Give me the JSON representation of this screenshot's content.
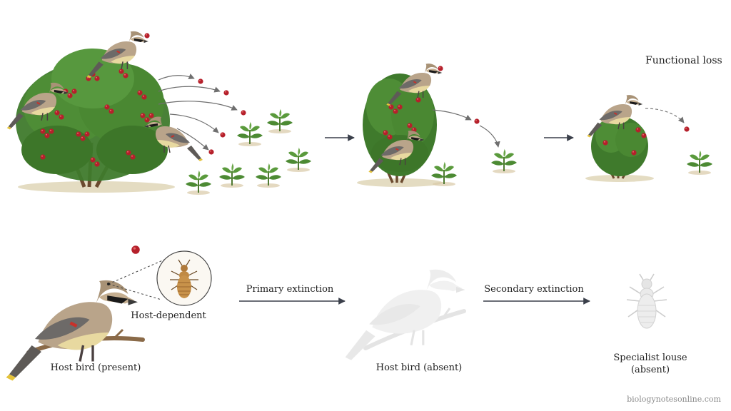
{
  "labels": {
    "functional_loss": "Functional loss",
    "host_dependent": "Host-dependent",
    "primary_extinction": "Primary extinction",
    "secondary_extinction": "Secondary extinction",
    "host_present": "Host bird (present)",
    "host_absent": "Host bird (absent)",
    "louse_line1": "Specialist louse",
    "louse_line2": "(absent)"
  },
  "credit": "biologynotesonline.com",
  "colors": {
    "berry": "#b5202b",
    "leaf": "#3f7a2c",
    "leaf_dark": "#2c5a1f",
    "trunk": "#6b4a2e",
    "bird_body": "#b9a48a",
    "bird_belly": "#e8d9a0",
    "bird_wing": "#6d6a68",
    "arrow": "#3a3f4a",
    "faded": "#d8d8d8"
  }
}
